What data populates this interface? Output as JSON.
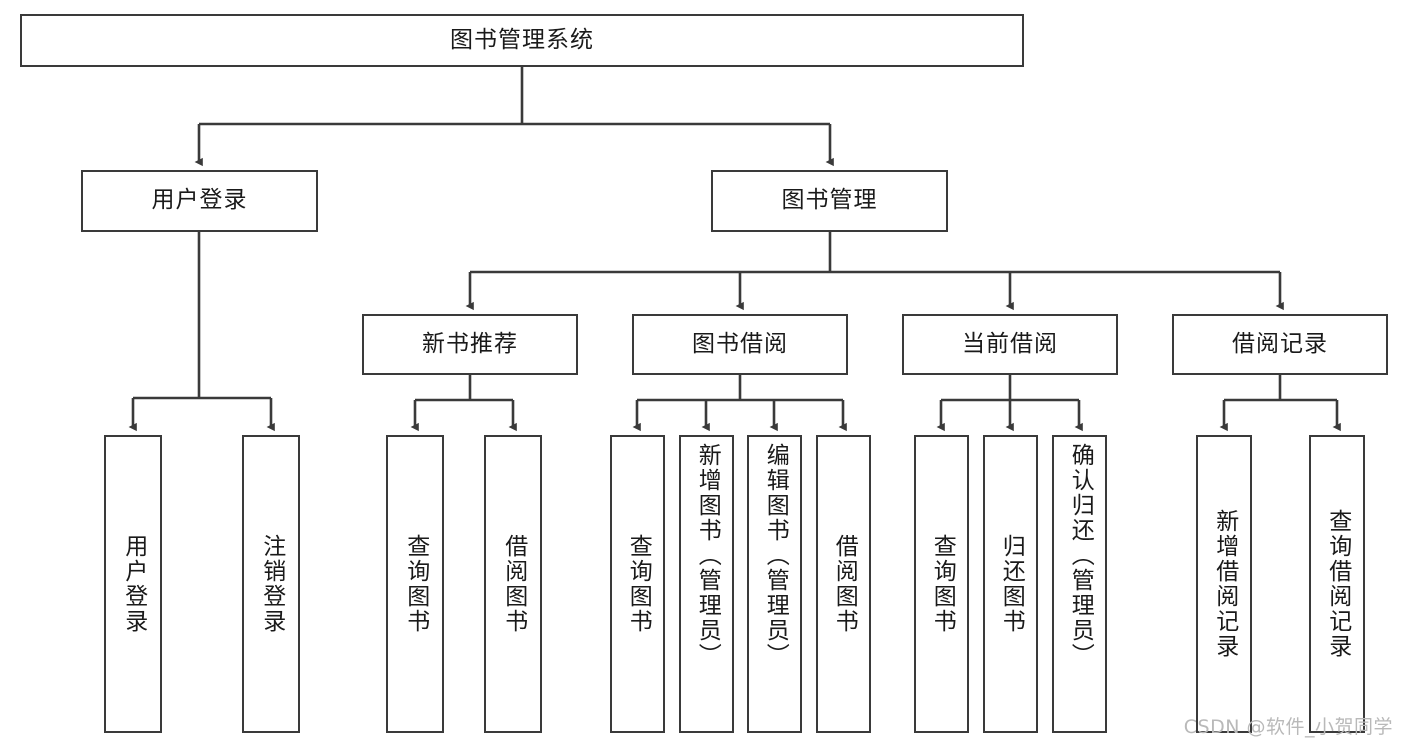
{
  "diagram": {
    "type": "tree",
    "title": "图书管理系统",
    "stroke_color": "#3a3a3a",
    "fill_color": "#ffffff",
    "text_color": "#1a1a1a",
    "root": {
      "label": "图书管理系统"
    },
    "level2": [
      {
        "label": "用户登录"
      },
      {
        "label": "图书管理"
      }
    ],
    "level3": [
      {
        "label": "新书推荐"
      },
      {
        "label": "图书借阅"
      },
      {
        "label": "当前借阅"
      },
      {
        "label": "借阅记录"
      }
    ],
    "leaves": {
      "user_login": [
        {
          "label": "用户登录"
        },
        {
          "label": "注销登录"
        }
      ],
      "new_book_recommend": [
        {
          "label": "查询图书"
        },
        {
          "label": "借阅图书"
        }
      ],
      "book_borrow": [
        {
          "label": "查询图书"
        },
        {
          "label": "新增图书（管理员）"
        },
        {
          "label": "编辑图书（管理员）"
        },
        {
          "label": "借阅图书"
        }
      ],
      "current_borrow": [
        {
          "label": "查询图书"
        },
        {
          "label": "归还图书"
        },
        {
          "label": "确认归还（管理员）"
        }
      ],
      "borrow_record": [
        {
          "label": "新增借阅记录"
        },
        {
          "label": "查询借阅记录"
        }
      ]
    }
  },
  "watermark": {
    "text": "CSDN @软件_小贺同学"
  }
}
